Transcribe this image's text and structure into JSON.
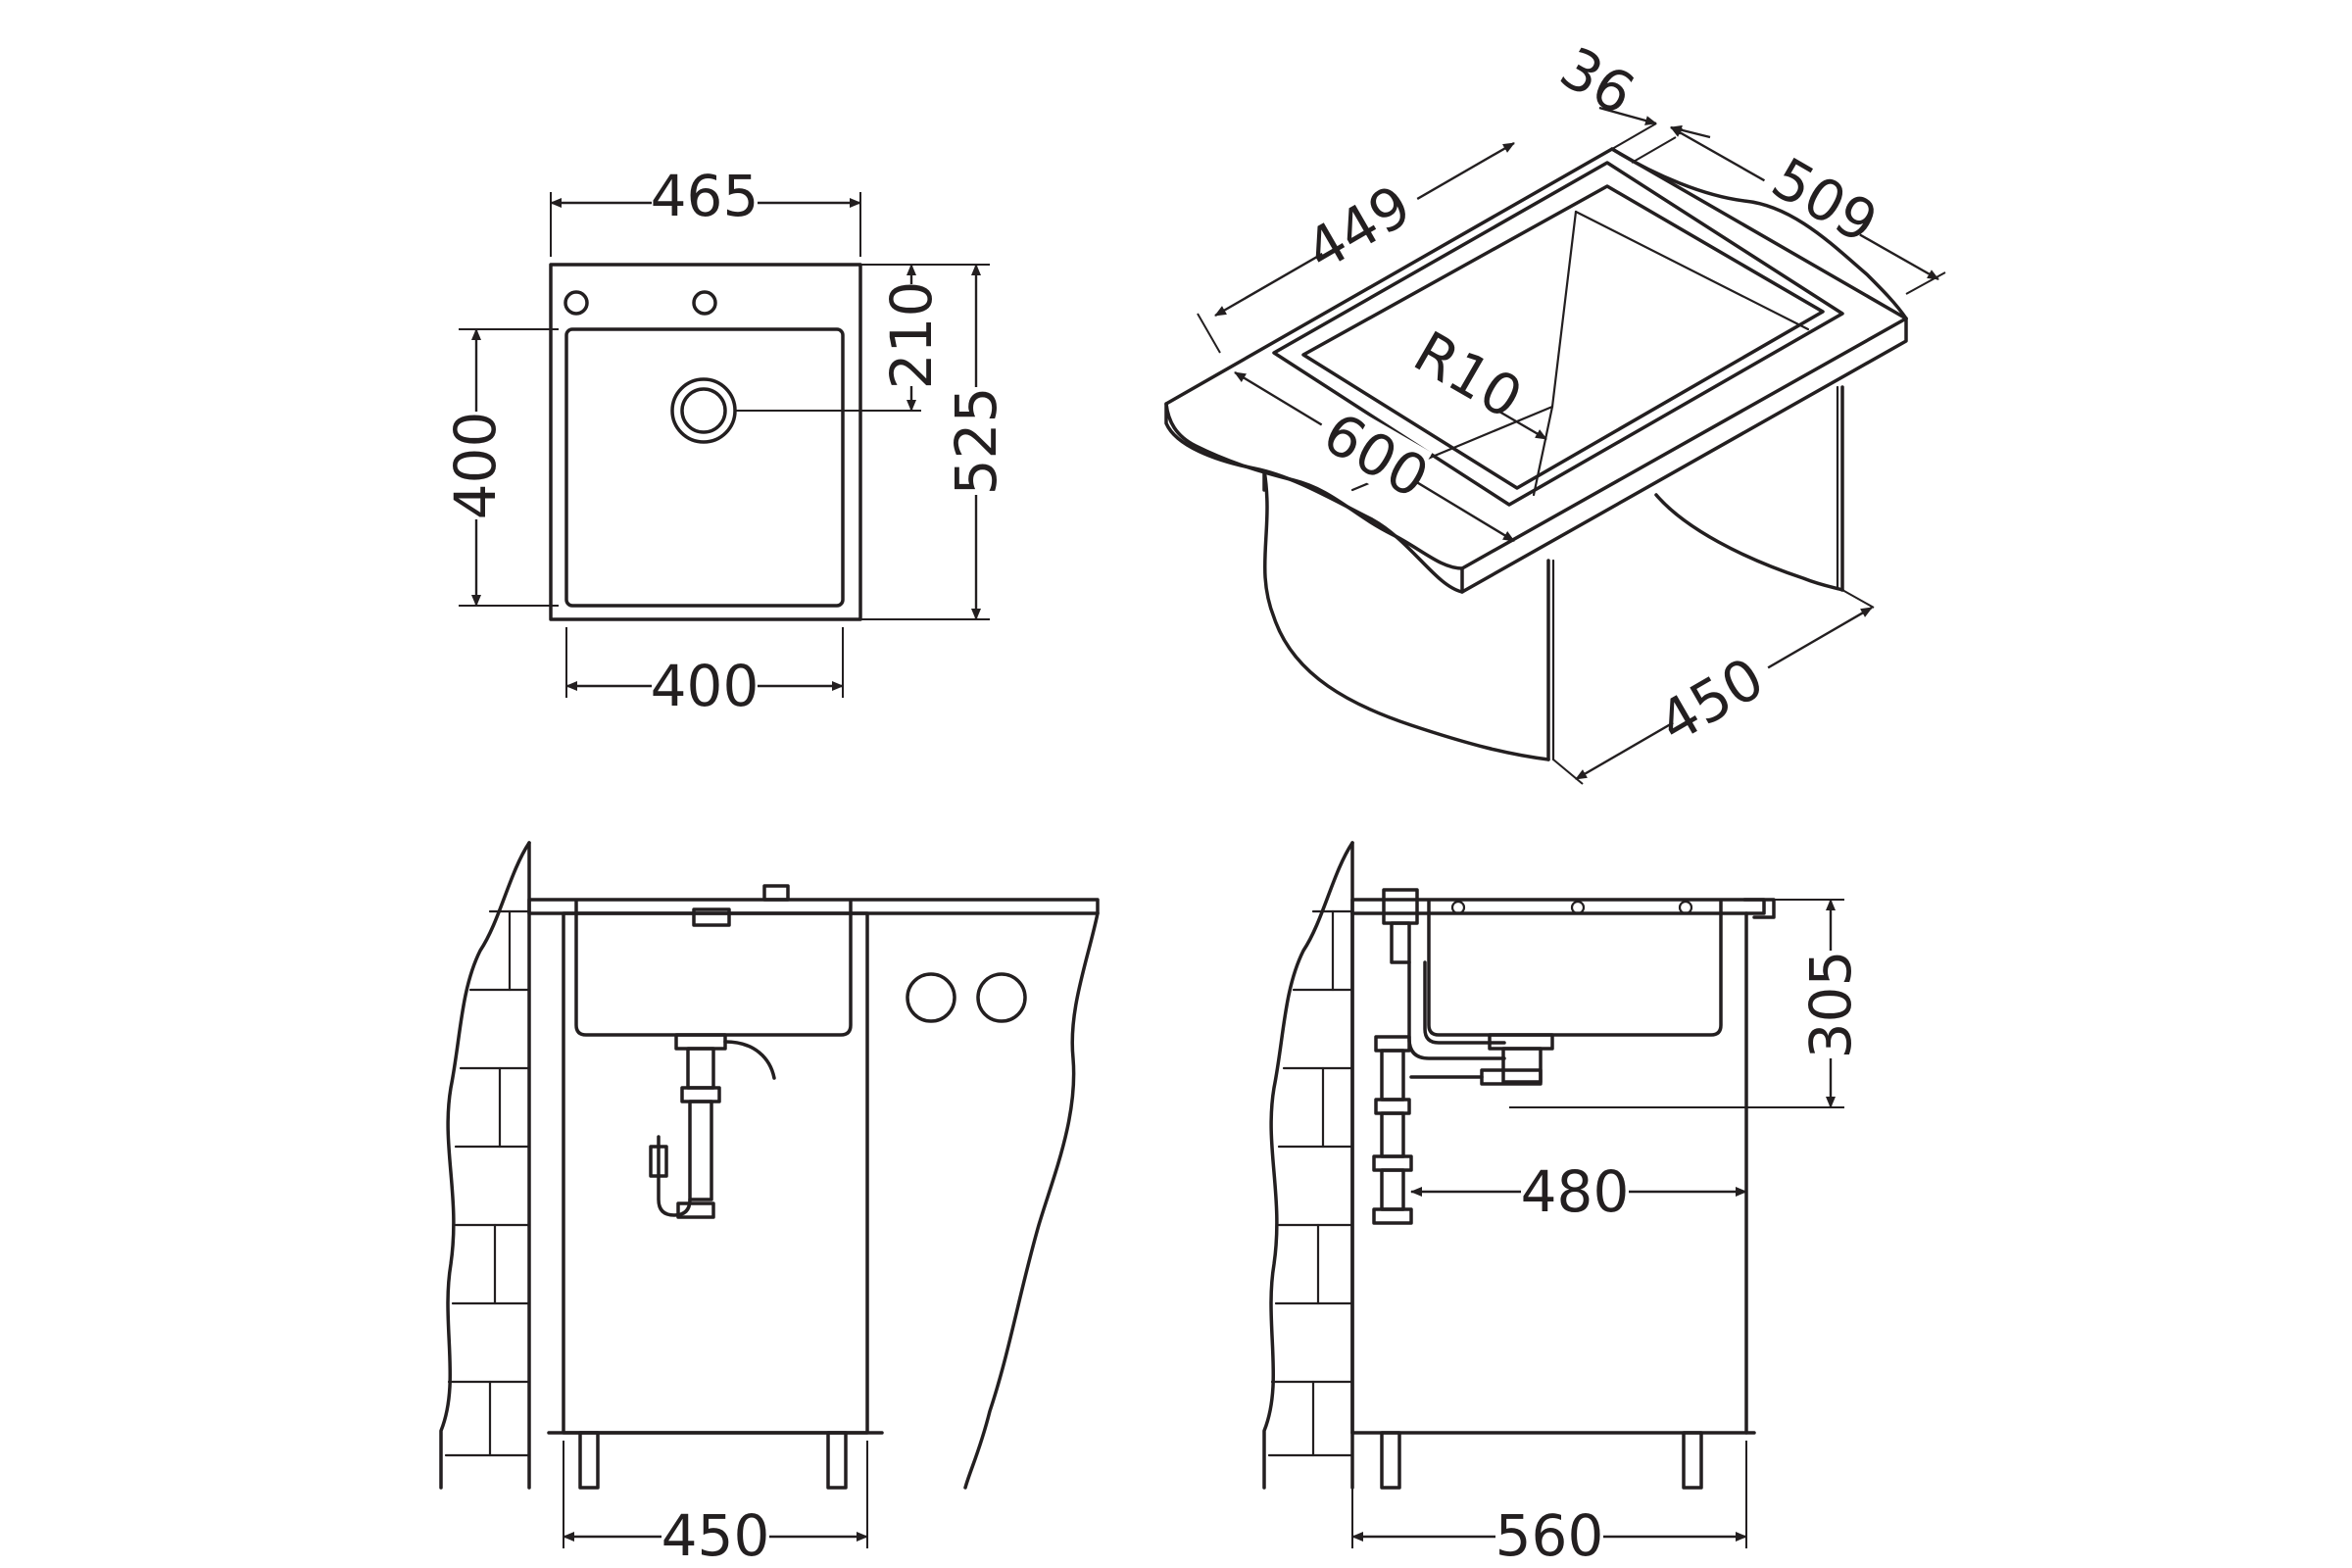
{
  "top_view": {
    "overall_width": "465",
    "bowl_width": "400",
    "bowl_depth": "400",
    "overall_depth": "525",
    "drain_offset": "210"
  },
  "iso_view": {
    "length_back": "449",
    "rim": "36",
    "depth_side": "509",
    "radius": "R10",
    "front_width": "600",
    "cabinet_depth": "450"
  },
  "front_view": {
    "cabinet_width": "450"
  },
  "side_view": {
    "bowl_height": "305",
    "drain_distance": "480",
    "cabinet_depth": "560"
  },
  "colors": {
    "line": "#231f20",
    "background": "#ffffff"
  }
}
